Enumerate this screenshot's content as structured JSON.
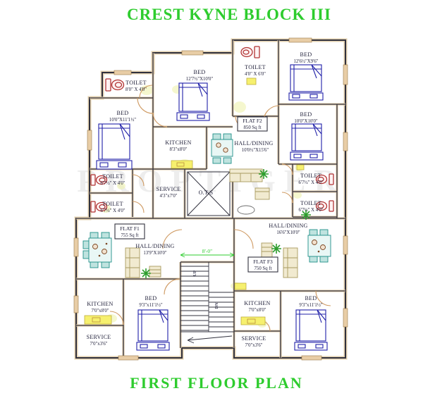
{
  "titles": {
    "top": "CREST KYNE  BLOCK III",
    "bottom": "FIRST  FLOOR PLAN"
  },
  "watermark": "PROPTIGER",
  "flats": {
    "f1": {
      "label": "FLAT F1",
      "area": "755 Sq ft"
    },
    "f2": {
      "label": "FLAT F2",
      "area": "850 Sq ft"
    },
    "f3": {
      "label": "FLAT F3",
      "area": "750 Sq ft"
    }
  },
  "rooms": {
    "toilet_tl": {
      "name": "TOILET",
      "dims": "8'0\" X 4'0\""
    },
    "bed_left": {
      "name": "BED",
      "dims": "10'0\"X11'1½\""
    },
    "bed_topmid": {
      "name": "BED",
      "dims": "12'7½\"X10'0\""
    },
    "toilet_tr": {
      "name": "TOILET",
      "dims": "4'0\" X 6'0\""
    },
    "bed_tr": {
      "name": "BED",
      "dims": "12'6½\"X9'6\""
    },
    "kitchen_mid": {
      "name": "KITCHEN",
      "dims": "8'3\"x8'0\""
    },
    "hall_f2": {
      "name": "HALL/DINING",
      "dims": "10'0½\"X15'6\""
    },
    "bed_right": {
      "name": "BED",
      "dims": "10'0\"X10'0\""
    },
    "toilet_l1": {
      "name": "TOILET",
      "dims": "6'7½\" X 4'0\""
    },
    "toilet_l2": {
      "name": "TOILET",
      "dims": "6'7½\" X 4'0\""
    },
    "toilet_r1": {
      "name": "TOILET",
      "dims": "6'7½\" X 4'0\""
    },
    "toilet_r2": {
      "name": "TOILET",
      "dims": "6'7½\" X 4'0\""
    },
    "service_mid": {
      "name": "SERVICE",
      "dims": "4'3\"x7'0\""
    },
    "ots": {
      "name": "O.T/S"
    },
    "hall_f1": {
      "name": "HALL/DINING",
      "dims": "13'9\"X10'0\""
    },
    "hall_f3": {
      "name": "HALL/DINING",
      "dims": "16'6\"X10'0\""
    },
    "kitchen_bl": {
      "name": "KITCHEN",
      "dims": "7'0\"x8'0\""
    },
    "service_bl": {
      "name": "SERVICE",
      "dims": "7'0\"x3'6\""
    },
    "bed_bl": {
      "name": "BED",
      "dims": "9'3\"x11'1½\""
    },
    "kitchen_br": {
      "name": "KITCHEN",
      "dims": "7'0\"x8'0\""
    },
    "service_br": {
      "name": "SERVICE",
      "dims": "7'0\"x3'6\""
    },
    "bed_br": {
      "name": "BED",
      "dims": "9'3\"x11'1½\""
    }
  },
  "stairs": {
    "up": "UP",
    "dn": "DN"
  },
  "dimensions": {
    "landing_width": "8'-0\""
  },
  "colors": {
    "title_green": "#2ecc2e",
    "wall": "#32323e",
    "wall_fill_tan": "#e2cfae",
    "furniture_blue": "#2020a8",
    "dining_teal": "#1f8f88",
    "toilet_red": "#b23434",
    "highlight_yellow": "#f6f06e",
    "door_tan": "#cf9a62"
  }
}
